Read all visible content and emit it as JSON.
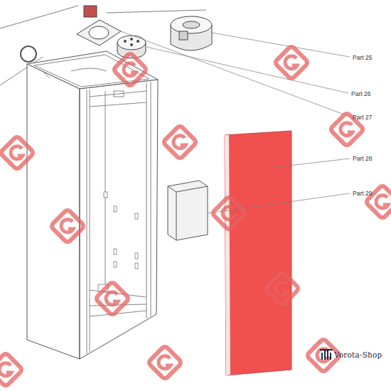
{
  "diagram": {
    "labels": [
      "Part 25",
      "Part 26",
      "Part 27",
      "Part 28",
      "Part 29",
      "Vorota-Shop"
    ]
  }
}
